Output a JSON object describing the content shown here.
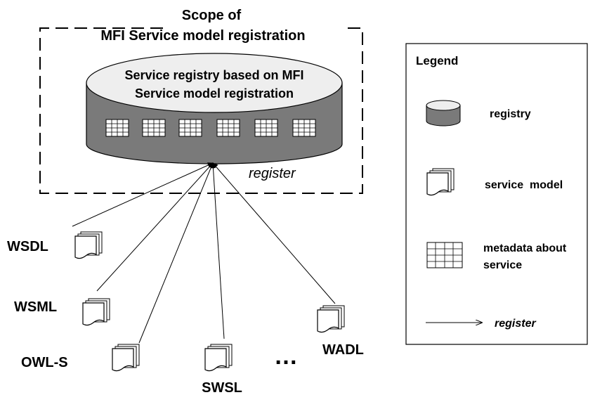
{
  "scope_title": [
    "Scope of",
    "MFI Service model registration"
  ],
  "registry_label": [
    "Service registry based on MFI",
    "Service model registration"
  ],
  "register_label": "register",
  "colors": {
    "registry_body": "#7a7a7a",
    "registry_top": "#eeeeee",
    "background": "#ffffff",
    "stroke": "#000000"
  },
  "sources": [
    {
      "name": "WSDL"
    },
    {
      "name": "WSML"
    },
    {
      "name": "OWL-S"
    },
    {
      "name": "SWSL"
    },
    {
      "name": "WADL"
    }
  ],
  "ellipsis": "…",
  "legend": {
    "title": "Legend",
    "items": [
      {
        "icon": "registry-icon",
        "label": "registry"
      },
      {
        "icon": "service-model-icon",
        "label": "service  model"
      },
      {
        "icon": "metadata-table-icon",
        "label": [
          "metadata about",
          "service"
        ]
      },
      {
        "icon": "arrow-icon",
        "label": "register"
      }
    ]
  }
}
